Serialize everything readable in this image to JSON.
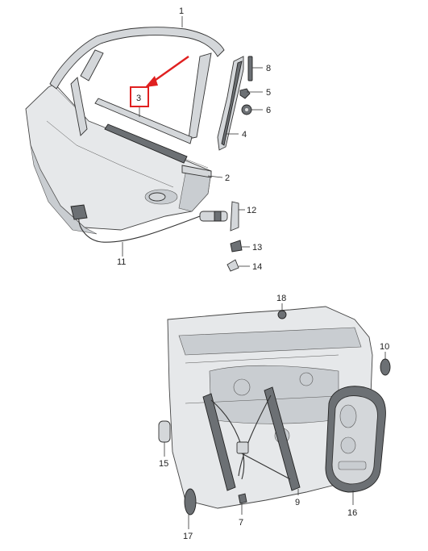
{
  "callouts": {
    "c1": "1",
    "c2": "2",
    "c3": "3",
    "c4": "4",
    "c5": "5",
    "c6": "6",
    "c7": "7",
    "c8": "8",
    "c9": "9",
    "c10": "10",
    "c11": "11",
    "c12": "12",
    "c13": "13",
    "c14": "14",
    "c15": "15",
    "c16": "16",
    "c17": "17",
    "c18": "18"
  },
  "highlight": {
    "callout": "3",
    "color": "#e02020"
  },
  "colors": {
    "outline": "#333333",
    "panel": "#e6e8ea",
    "part": "#d4d7da",
    "dark": "#6c7074"
  }
}
